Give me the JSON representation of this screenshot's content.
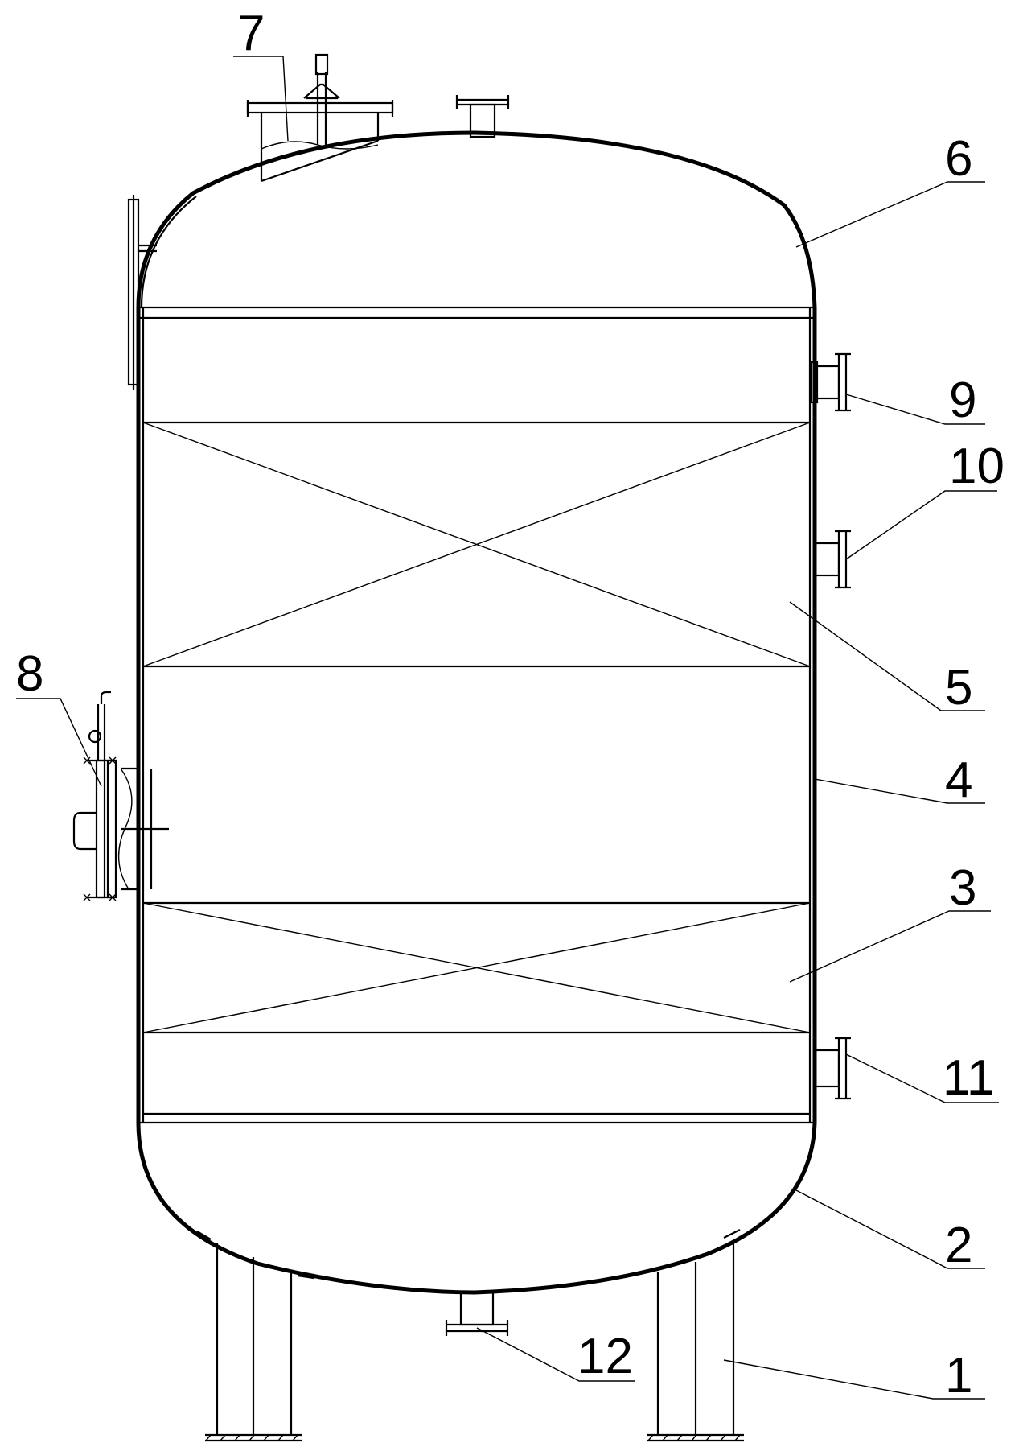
{
  "labels": [
    {
      "id": "legs",
      "text": "1"
    },
    {
      "id": "bottom-head",
      "text": "2"
    },
    {
      "id": "lower-packing-layer",
      "text": "3"
    },
    {
      "id": "shell",
      "text": "4"
    },
    {
      "id": "upper-packing-layer",
      "text": "5"
    },
    {
      "id": "top-head",
      "text": "6"
    },
    {
      "id": "top-manhole",
      "text": "7"
    },
    {
      "id": "side-manhole",
      "text": "8"
    },
    {
      "id": "upper-nozzle",
      "text": "9"
    },
    {
      "id": "middle-nozzle",
      "text": "10"
    },
    {
      "id": "lower-nozzle",
      "text": "11"
    },
    {
      "id": "bottom-outlet-nozzle",
      "text": "12"
    }
  ]
}
